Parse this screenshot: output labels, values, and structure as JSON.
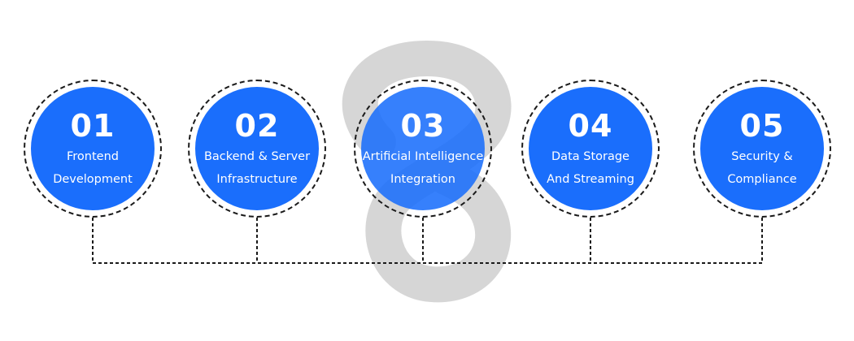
{
  "colors": {
    "circle_fill": "#1a6efc",
    "dashed_line": "#1a1a1a",
    "watermark": "#d6d6d6"
  },
  "steps": [
    {
      "number": "01",
      "line1": "Frontend",
      "line2": "Development"
    },
    {
      "number": "02",
      "line1": "Backend & Server",
      "line2": "Infrastructure"
    },
    {
      "number": "03",
      "line1": "Artificial Intelligence",
      "line2": "Integration"
    },
    {
      "number": "04",
      "line1": "Data Storage",
      "line2": "And Streaming"
    },
    {
      "number": "05",
      "line1": "Security &",
      "line2": "Compliance"
    }
  ]
}
